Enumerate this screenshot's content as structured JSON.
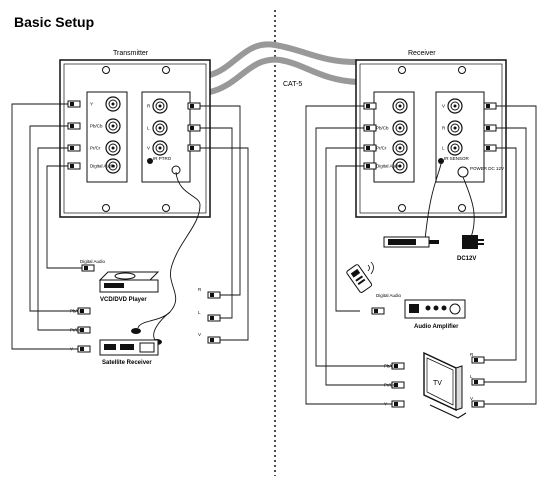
{
  "title": "Basic Setup",
  "transmitter": {
    "label": "Transmitter",
    "jacks_left": [
      "Y",
      "Pb/Cb",
      "Pr/Cr",
      "Digital Audio"
    ],
    "jacks_right": [
      "R",
      "L",
      "V"
    ],
    "ir_label": "IR PTRO"
  },
  "receiver": {
    "label": "Receiver",
    "jacks_left": [
      "Pb/Cb",
      "Pr/Cr",
      "Digital Audio"
    ],
    "jacks_right": [
      "V",
      "R",
      "L"
    ],
    "ir_label": "IR SENSOR",
    "power_label": "POWER DC 12V"
  },
  "cable_label": "CAT-5",
  "tx_devices": {
    "vcd": "VCD/DVD Player",
    "satellite": "Satellite Receiver",
    "digital_audio": "Digital Audio",
    "tags": [
      "Pb/Cb",
      "Pr/Cr",
      "Y"
    ],
    "rca_tags": [
      "R",
      "L",
      "V"
    ]
  },
  "rx_devices": {
    "power": "DC12V",
    "amp": "Audio Amplifier",
    "tv": "TV",
    "digital_audio": "Digital Audio",
    "tags": [
      "Pb/Cb",
      "Pr/Cr",
      "Y"
    ],
    "rca_tags": [
      "R",
      "L",
      "V"
    ]
  }
}
